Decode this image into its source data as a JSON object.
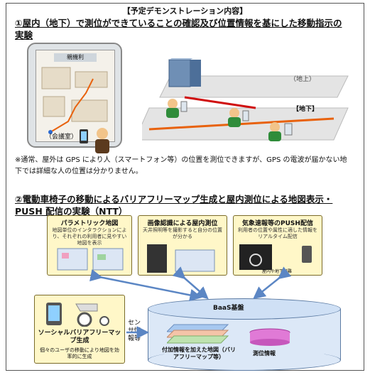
{
  "title": "【予定デモンストレーション内容】",
  "section1": {
    "heading": "①屋内（地下）で測位ができていることの確認及び位置情報を基にした移動指示の実験",
    "tablet_header": "親機利",
    "meeting_room": "（会議室）",
    "ground_label": "（地上）",
    "underground_label": "【地下】",
    "note": "※通常、屋外は GPS により人（スマートフォン等）の位置を測位できますが、GPS の電波が届かない地下では詳細な人の位置は分かりません。"
  },
  "section2": {
    "heading": "②電動車椅子の移動によるバリアフリーマップ生成と屋内測位による地図表示・PUSH 配信の実験（NTT）",
    "box_parametric": {
      "title": "パラメトリック地図",
      "desc": "地図単位のインタラクションにより、それぞれの利用者に見やすい地図を表示"
    },
    "box_image": {
      "title": "画像認識による屋内測位",
      "desc": "天井照明等を撮影すると自分の位置が分かる"
    },
    "box_weather": {
      "title": "気象速報等のPUSH配信",
      "desc": "利用者の位置や属性に適した情報をリアルタイム配信",
      "sub": "屋内や地下避難"
    },
    "box_social": {
      "title": "ソーシャルバリアフリーマップ生成",
      "desc": "個々のユーザの移動により地図を効率的に生成"
    },
    "sensor_label": "センサ情報等",
    "baas_label": "BaaS基盤",
    "map_label": "付加情報を加えた地図（バリアフリーマップ等）",
    "position_label": "測位情報"
  },
  "colors": {
    "box_fill": "#fff7c8",
    "arrow": "#5b86c4",
    "baas": "#dce8f7",
    "orange_route": "#e8620e"
  }
}
